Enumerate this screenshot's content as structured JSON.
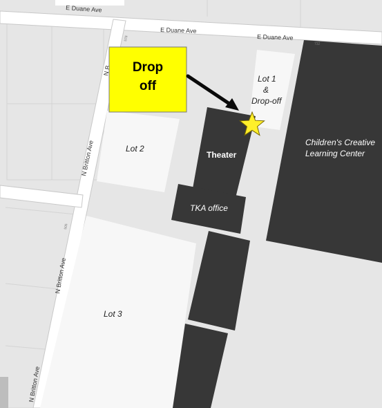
{
  "streets": {
    "duane_top": "E Duane Ave",
    "duane_mid": "E Duane Ave",
    "duane_right": "E Duane Ave",
    "britton_top": "N Britton Ave",
    "britton_mid": "N Britton Ave",
    "britton_bottom": "N Britton Ave",
    "britton_partial": "N B"
  },
  "address_numbers": {
    "n578": "578",
    "n505": "505",
    "n732": "732"
  },
  "lots": {
    "lot1_line1": "Lot 1",
    "lot1_line2": "&",
    "lot1_line3": "Drop-off",
    "lot2": "Lot 2",
    "lot3": "Lot 3"
  },
  "buildings": {
    "theater": "Theater",
    "tka_office": "TKA office",
    "ccl_line1": "Children's Creative",
    "ccl_line2": "Learning Center"
  },
  "callout": {
    "line1": "Drop",
    "line2": "off"
  },
  "colors": {
    "background": "#e6e6e6",
    "road": "#ffffff",
    "lot": "#f7f7f7",
    "building": "#373737",
    "callout": "#ffff00",
    "star": "#ffef2a",
    "arrow": "#0a0a0a"
  },
  "marker_icon": "star-icon"
}
